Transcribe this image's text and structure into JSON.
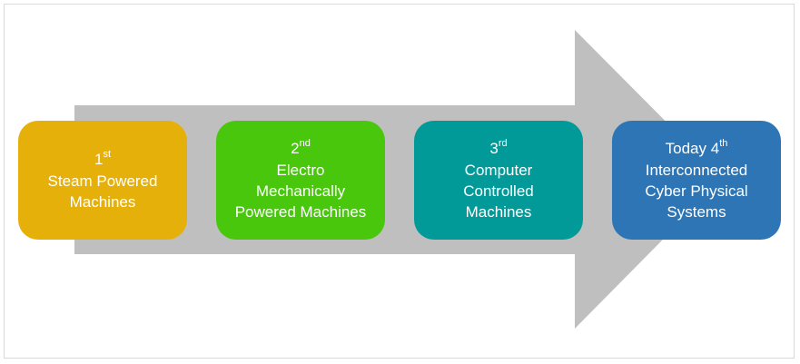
{
  "colors": {
    "arrow": "#bfbfbf",
    "stage1": "#e6b00b",
    "stage2": "#48c70d",
    "stage3": "#029a99",
    "stage4": "#2e75b6",
    "text": "#ffffff"
  },
  "stages": [
    {
      "prefix": "",
      "number": "1",
      "suffix": "st",
      "lines": [
        "Steam Powered",
        "Machines"
      ]
    },
    {
      "prefix": "",
      "number": "2",
      "suffix": "nd",
      "lines": [
        "Electro",
        "Mechanically",
        "Powered Machines"
      ]
    },
    {
      "prefix": "",
      "number": "3",
      "suffix": "rd",
      "lines": [
        "Computer",
        "Controlled",
        "Machines"
      ]
    },
    {
      "prefix": "Today ",
      "number": "4",
      "suffix": "th",
      "lines": [
        "Interconnected",
        "Cyber Physical",
        "Systems"
      ]
    }
  ]
}
